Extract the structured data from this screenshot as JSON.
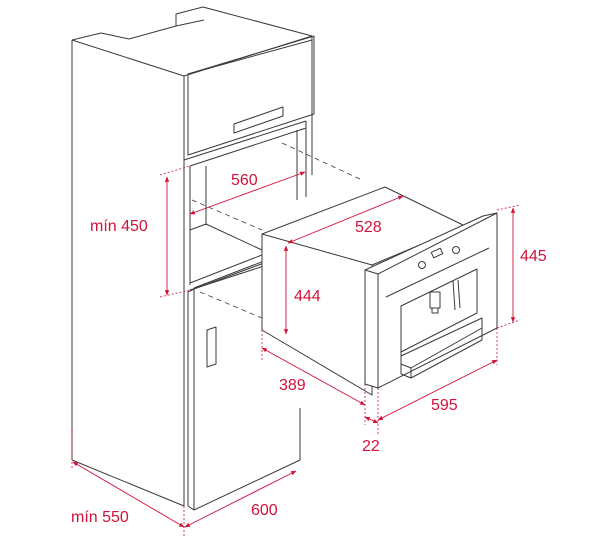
{
  "diagram": {
    "subject": "Built-in coffee machine installation in tall column cabinet",
    "accent_color": "#d2123a",
    "line_color": "#3a3a3a",
    "units": "mm",
    "dimensions": {
      "niche_height_min": "mín 450",
      "niche_width": "560",
      "appliance_body_width": "528",
      "appliance_body_height": "444",
      "appliance_front_height": "445",
      "appliance_body_depth": "389",
      "front_panel_thickness": "22",
      "appliance_front_width": "595",
      "cabinet_depth_min": "mín 550",
      "cabinet_width": "600"
    }
  }
}
